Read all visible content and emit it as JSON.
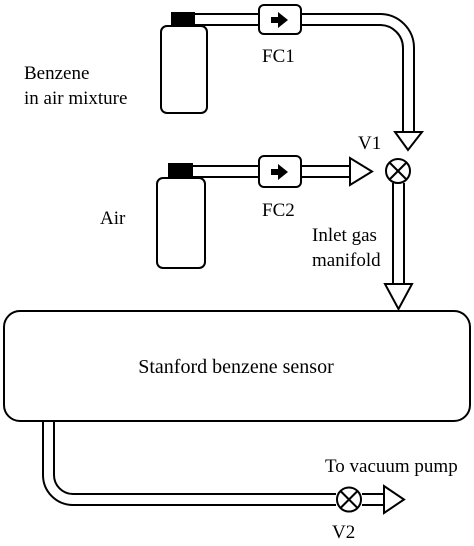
{
  "labels": {
    "benzene_line1": "Benzene",
    "benzene_line2": "in air mixture",
    "air": "Air",
    "fc1": "FC1",
    "fc2": "FC2",
    "v1": "V1",
    "v2": "V2",
    "manifold_line1": "Inlet gas",
    "manifold_line2": "manifold",
    "sensor": "Stanford benzene sensor",
    "vacuum": "To vacuum pump"
  }
}
